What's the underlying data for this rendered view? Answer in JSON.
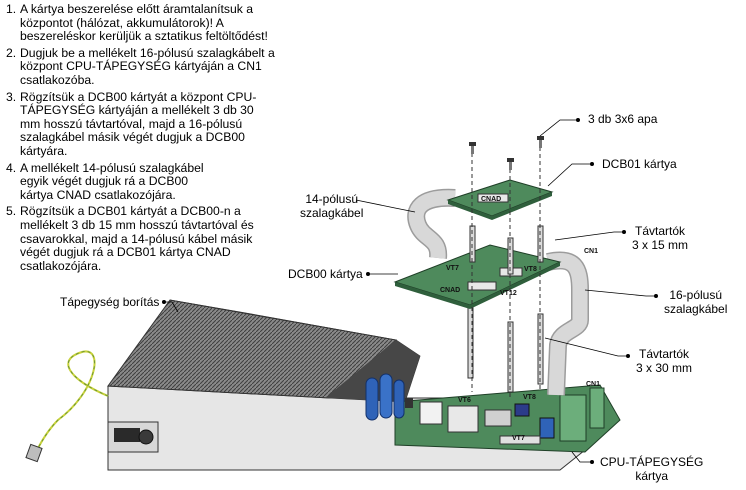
{
  "instructions": [
    {
      "num": "1.",
      "text": "A kártya beszerelése előtt áramtalanítsuk a központot (hálózat, akkumulátorok)! A beszereléskor kerüljük a sztatikus feltöltődést!"
    },
    {
      "num": "2.",
      "text": "Dugjuk be a mellékelt 16-pólusú szalagkábelt a központ CPU-TÁPEGYSÉG kártyáján a CN1 csatlakozóba."
    },
    {
      "num": "3.",
      "text": "Rögzítsük a DCB00 kártyát a központ CPU-TÁPEGYSÉG kártyáján a mellékelt 3 db 30 mm hosszú távtartóval, majd a 16-pólusú szalagkábel másik végét dugjuk a DCB00 kártyára."
    },
    {
      "num": "4.",
      "text": "A mellékelt 14-pólusú szalagkábel egyik végét dugjuk rá a DCB00 kártya CNAD csatlakozójára."
    },
    {
      "num": "5.",
      "text": "Rögzítsük a DCB01 kártyát a DCB00-n a mellékelt 3 db 15 mm hosszú távtartóval és csavarokkal, majd a 14-pólusú kábel másik végét dugjuk rá a DCB01 kártya CNAD csatlakozójára."
    }
  ],
  "callouts": {
    "screws": "3 db 3x6 apa",
    "dcb01": "DCB01 kártya",
    "cable14": "14-pólusú\nszalagkábel",
    "spacer15": "Távtartók\n3 x 15 mm",
    "dcb00": "DCB00 kártya",
    "cable16": "16-pólusú\nszalagkábel",
    "psu_cover": "Tápegység borítás",
    "spacer30": "Távtartók\n3 x 30 mm",
    "cpu_board": "CPU-TÁPEGYSÉG\nkártya"
  },
  "board_marks": {
    "cnad_top": "CNAD",
    "cn1_top": "CN1",
    "vt7_mid": "VT7",
    "vt8_mid": "VT8",
    "cnad_mid": "CNAD",
    "vt12_mid": "VT12",
    "vt8_base": "VT8",
    "vt6_base": "VT6",
    "vt7_base": "VT7",
    "cn1_base": "CN1"
  },
  "colors": {
    "board_green": "#4e8a5c",
    "board_dark": "#2f5f3c",
    "cable_gray": "#c9c9c9",
    "cover_gray": "#7a7a7a",
    "capacitor_blue": "#2f63b8",
    "ground_wire": "#c8d23a"
  }
}
